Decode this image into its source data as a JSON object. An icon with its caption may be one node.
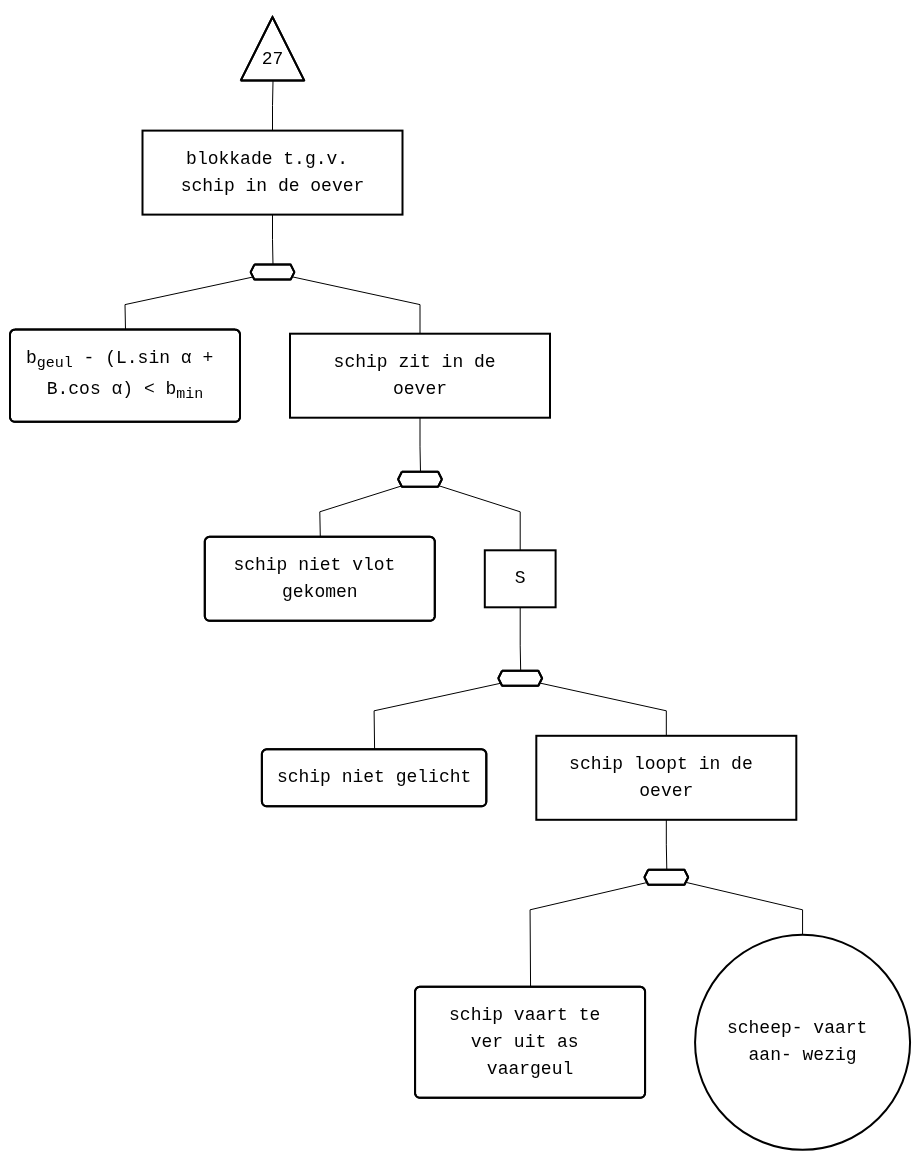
{
  "diagram": {
    "nodes": [
      {
        "text": [
          "27"
        ]
      },
      {
        "text": [
          "blokkade t.g.v. schip in de oever"
        ]
      },
      {
        "text": [],
        "shape": "hexagon"
      },
      {
        "text": [
          "b$_{geul}$ - (L.sin α + B.cos α) < b$_{min}$"
        ]
      },
      {
        "text": [
          "schip zit in de oever"
        ]
      },
      {
        "text": [],
        "shape": "hexagon"
      },
      {
        "text": [
          "schip niet vlot gekomen"
        ]
      },
      {
        "text": [
          "S"
        ]
      },
      {
        "text": [],
        "shape": "hexagon"
      },
      {
        "text": [
          "schip niet gelicht"
        ]
      },
      {
        "text": [
          "schip loopt in de oever"
        ]
      },
      {
        "text": [],
        "shape": "hexagon"
      },
      {
        "text": [
          "schip vaart te ver uit as vaargeul"
        ]
      },
      {
        "text": [
          "scheep- vaart aan- wezig"
        ]
      }
    ],
    "edges": [
      {
        "from": 0,
        "to": 1,
        "arrow": "none"
      },
      {
        "from": 1,
        "to": 2,
        "arrow": "none"
      },
      {
        "from": 2,
        "to": 3,
        "arrow": "none"
      },
      {
        "from": 2,
        "to": 4,
        "arrow": "none"
      },
      {
        "from": 4,
        "to": 5,
        "arrow": "none"
      },
      {
        "from": 5,
        "to": 6,
        "arrow": "none"
      },
      {
        "from": 5,
        "to": 7,
        "arrow": "none"
      },
      {
        "from": 7,
        "to": 8,
        "arrow": "none"
      },
      {
        "from": 8,
        "to": 9,
        "arrow": "none"
      },
      {
        "from": 8,
        "to": 10,
        "arrow": "none"
      },
      {
        "from": 10,
        "to": 11,
        "arrow": "none"
      },
      {
        "from": 11,
        "to": 12,
        "arrow": "none"
      },
      {
        "from": 11,
        "to": 13,
        "arrow": "none"
      }
    ]
  }
}
